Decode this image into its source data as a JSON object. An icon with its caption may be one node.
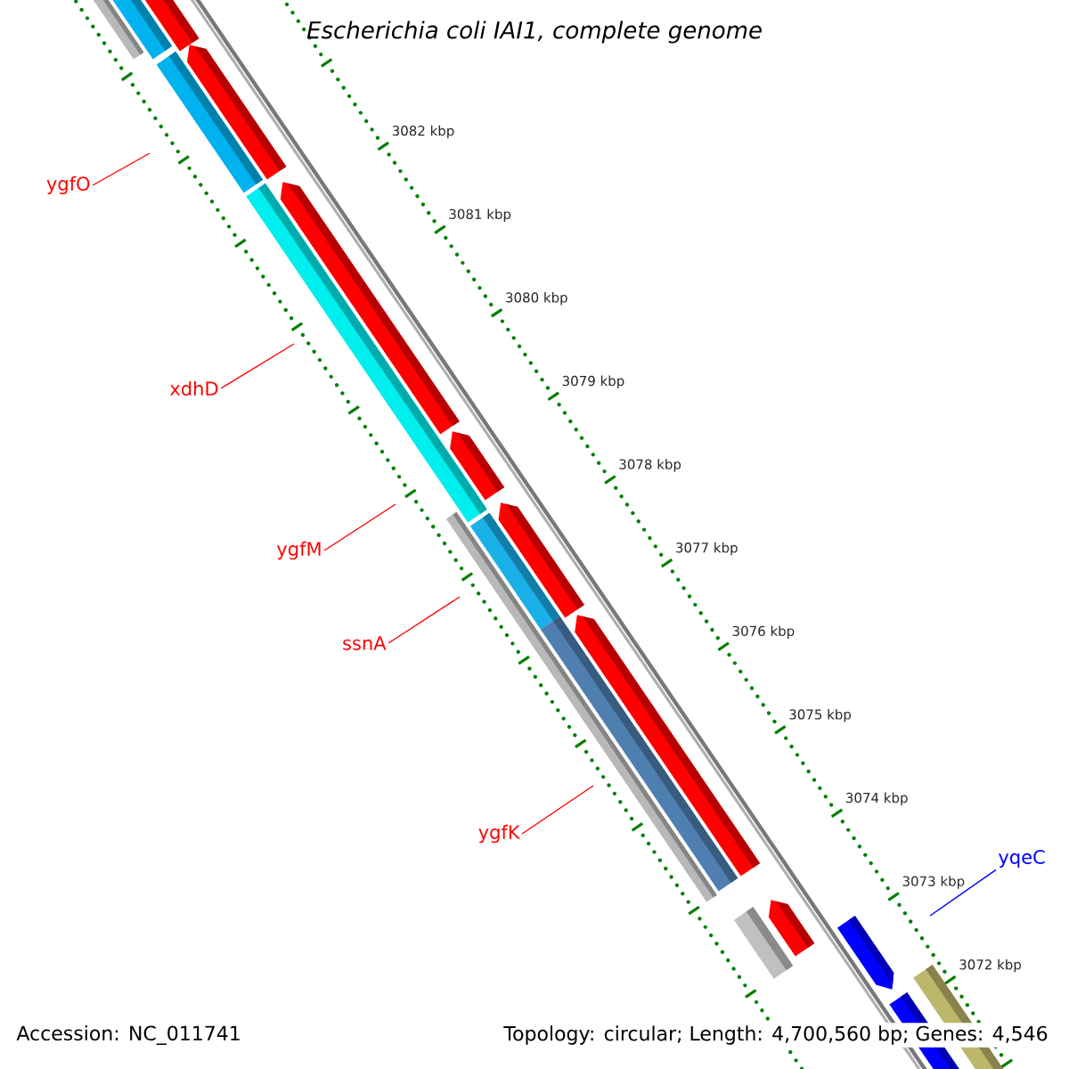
{
  "diagram": {
    "title": "Escherichia coli IAI1, complete genome",
    "nodes": [
      {
        "text": [
          "ygfO"
        ]
      },
      {
        "text": [
          "xdhD"
        ]
      },
      {
        "text": [
          "ygfM"
        ]
      },
      {
        "text": [
          "ssnA"
        ]
      },
      {
        "text": [
          "ygfK"
        ]
      },
      {
        "text": [
          "yqeC"
        ]
      }
    ],
    "edges": [
      {
        "from": 0,
        "to": null,
        "arrow": "none"
      },
      {
        "from": 1,
        "to": null,
        "arrow": "none"
      },
      {
        "from": 2,
        "to": null,
        "arrow": "none"
      },
      {
        "from": 3,
        "to": null,
        "arrow": "none"
      },
      {
        "from": 4,
        "to": null,
        "arrow": "none"
      },
      {
        "from": 5,
        "to": null,
        "arrow": "none",
        "color": "#0000ff"
      }
    ],
    "labels": [
      "3082 kbp",
      "3081 kbp",
      "3080 kbp",
      "3079 kbp",
      "3078 kbp",
      "3077 kbp",
      "3076 kbp",
      "3075 kbp",
      "3074 kbp",
      "3073 kbp",
      "3072 kbp",
      "Accession: NC_011741",
      "Topology: circular; Length: 4,700,560 bp; Genes: 4,546"
    ]
  }
}
